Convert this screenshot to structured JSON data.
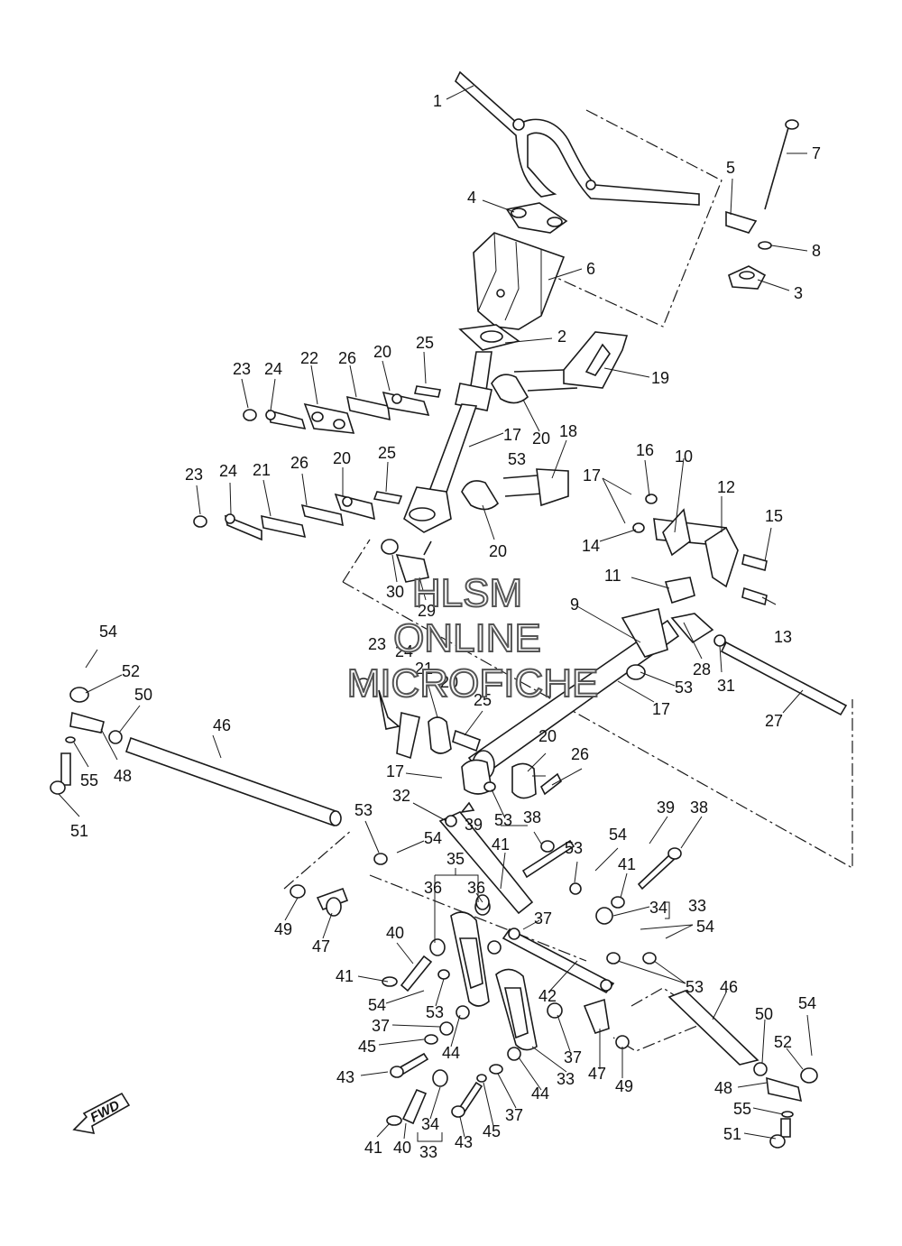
{
  "diagram": {
    "callouts": [
      "1",
      "2",
      "3",
      "4",
      "5",
      "6",
      "7",
      "8",
      "9",
      "10",
      "11",
      "12",
      "13",
      "14",
      "15",
      "16",
      "17",
      "18",
      "19",
      "20",
      "21",
      "22",
      "23",
      "24",
      "25",
      "26",
      "27",
      "28",
      "29",
      "30",
      "31",
      "32",
      "33",
      "34",
      "35",
      "36",
      "37",
      "38",
      "39",
      "40",
      "41",
      "42",
      "43",
      "44",
      "45",
      "46",
      "47",
      "48",
      "49",
      "50",
      "51",
      "52",
      "53",
      "54",
      "55"
    ],
    "watermark": [
      "HLSM",
      "ONLINE",
      "MICROFICHE"
    ],
    "fwd_label": "FWD"
  }
}
